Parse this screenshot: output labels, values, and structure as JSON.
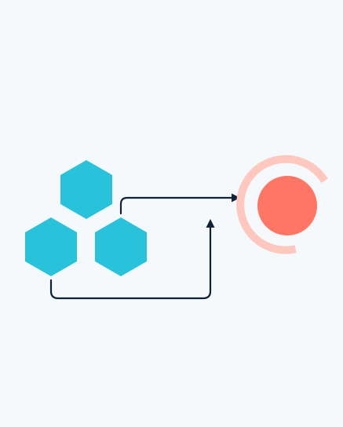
{
  "diagram": {
    "background_color": "#F5F9FB",
    "hexagon_color": "#28C2DA",
    "connector_color": "#0F2238",
    "target_core_color": "#FF7664",
    "target_ring_color": "#FFC8BF",
    "nodes": [
      {
        "id": "hexagon-top",
        "shape": "hexagon"
      },
      {
        "id": "hexagon-bottom-left",
        "shape": "hexagon"
      },
      {
        "id": "hexagon-bottom-right",
        "shape": "hexagon"
      },
      {
        "id": "target",
        "shape": "circle-with-open-ring"
      }
    ],
    "edges": [
      {
        "from": "hexagon-bottom-right",
        "to": "target",
        "arrow": "right"
      },
      {
        "from": "hexagon-bottom-left",
        "to": "edge-hexagon-bottom-right-to-target",
        "arrow": "up"
      }
    ]
  }
}
